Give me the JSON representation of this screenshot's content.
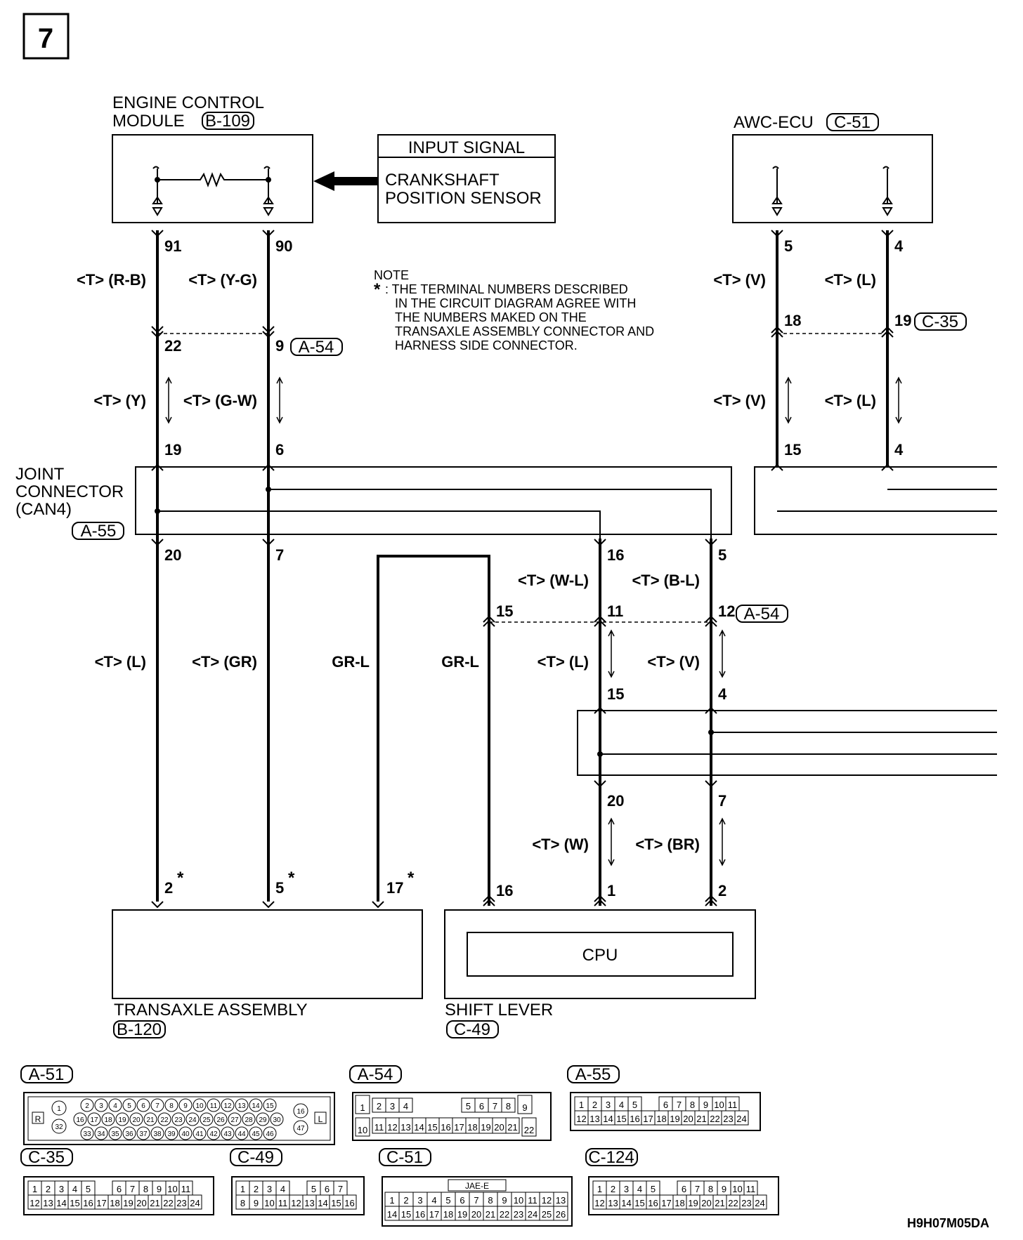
{
  "page_number": "7",
  "ecm": {
    "title_line1": "ENGINE CONTROL",
    "title_line2": "MODULE",
    "connector": "B-109"
  },
  "input_signal": {
    "header": "INPUT SIGNAL",
    "line1": "CRANKSHAFT",
    "line2": "POSITION SENSOR"
  },
  "awc": {
    "title": "AWC-ECU",
    "connector": "C-51"
  },
  "note": {
    "title": "NOTE",
    "star": "*",
    "lines": [
      ": THE TERMINAL NUMBERS DESCRIBED",
      "IN THE CIRCUIT DIAGRAM AGREE WITH",
      "THE NUMBERS MAKED ON THE",
      "TRANSAXLE ASSEMBLY CONNECTOR AND",
      "HARNESS SIDE CONNECTOR."
    ]
  },
  "joint": {
    "line1": "JOINT",
    "line2": "CONNECTOR",
    "line3": "(CAN4)",
    "connector": "A-55"
  },
  "connectors": {
    "a54": "A-54",
    "a54b": "A-54",
    "c35": "C-35"
  },
  "pins": {
    "p91": "91",
    "p90": "90",
    "p22": "22",
    "p9": "9",
    "p19": "19",
    "p6": "6",
    "p20": "20",
    "p7": "7",
    "a5": "5",
    "a4": "4",
    "a18": "18",
    "a19": "19",
    "a15": "15",
    "a4b": "4",
    "j16": "16",
    "j5": "5",
    "j15": "15",
    "j11": "11",
    "j12": "12",
    "k15": "15",
    "k4": "4",
    "k20": "20",
    "k7": "7",
    "t2": "2",
    "t5": "5",
    "t17": "17",
    "s16": "16",
    "s1": "1",
    "s2": "2"
  },
  "wires": {
    "rb": "<T> (R-B)",
    "yg": "<T> (Y-G)",
    "y": "<T> (Y)",
    "gw": "<T> (G-W)",
    "v1": "<T> (V)",
    "l1": "<T> (L)",
    "v2": "<T> (V)",
    "l2": "<T> (L)",
    "l3": "<T> (L)",
    "gr": "<T> (GR)",
    "grl1": "GR-L",
    "grl2": "GR-L",
    "wl": "<T> (W-L)",
    "bl": "<T> (B-L)",
    "l4": "<T> (L)",
    "v3": "<T> (V)",
    "w": "<T> (W)",
    "br": "<T> (BR)"
  },
  "transaxle": {
    "title": "TRANSAXLE ASSEMBLY",
    "connector": "B-120"
  },
  "shift": {
    "title": "SHIFT LEVER",
    "connector": "C-49",
    "cpu": "CPU"
  },
  "views": {
    "a51": {
      "label": "A-51",
      "r": "R",
      "l": "L"
    },
    "a54": {
      "label": "A-54"
    },
    "a55": {
      "label": "A-55"
    },
    "c35": {
      "label": "C-35"
    },
    "c49": {
      "label": "C-49"
    },
    "c51": {
      "label": "C-51",
      "code": "JAE-E"
    },
    "c124": {
      "label": "C-124"
    }
  },
  "code": "H9H07M05DA"
}
